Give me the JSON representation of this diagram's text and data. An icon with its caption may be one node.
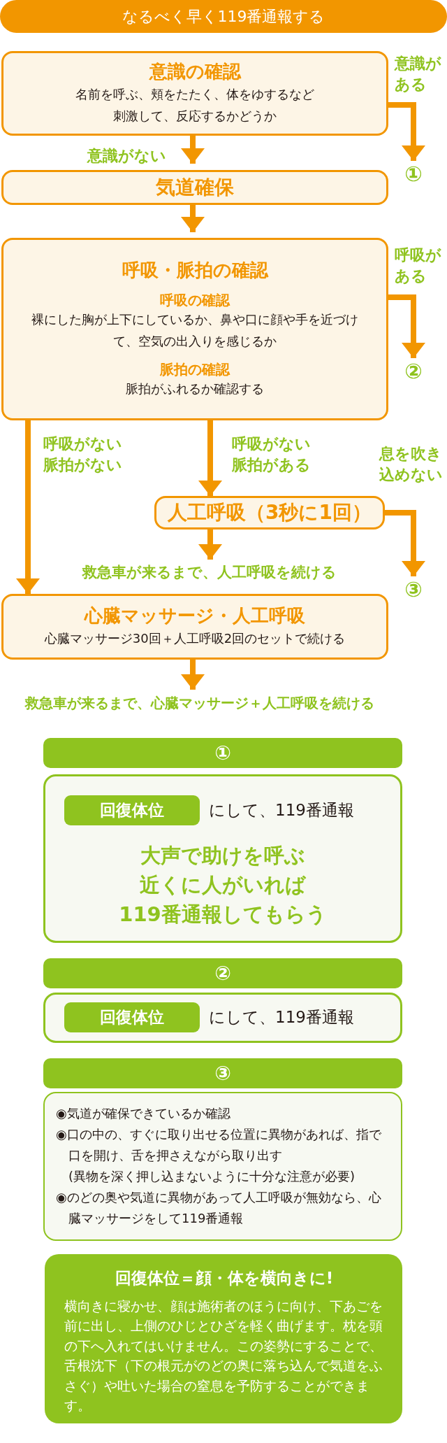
{
  "diagram": {
    "title": "なるべく早く119番通報する",
    "nodes": [
      {
        "text": [
          "意識の確認",
          "名前を呼ぶ、頬をたたく、体をゆするなど刺激して、反応するかどうか"
        ]
      },
      {
        "text": [
          "気道確保"
        ]
      },
      {
        "text": [
          "呼吸・脈拍の確認",
          "呼吸の確認",
          "裸にした胸が上下にしているか、鼻や口に顔や手を近づけて、空気の出入りを感じるか",
          "脈拍の確認",
          "脈拍がふれるか確認する"
        ]
      },
      {
        "text": [
          "①"
        ]
      },
      {
        "text": [
          "②"
        ]
      },
      {
        "text": [
          "人工呼吸（3秒に1回）"
        ]
      },
      {
        "text": [
          "③"
        ]
      },
      {
        "text": [
          "心臓マッサージ・人工呼吸",
          "心臓マッサージ30回＋人工呼吸2回のセットで続ける"
        ]
      },
      {
        "text": [
          "①"
        ]
      },
      {
        "text": [
          "にして、119番通報",
          "大声で助けを呼ぶ",
          "近くに人がいれば",
          "119番通報してもらう"
        ]
      },
      {
        "text": [
          "回復体位"
        ],
        "in": 9
      },
      {
        "text": [
          "②"
        ]
      },
      {
        "text": [
          "にして、119番通報"
        ]
      },
      {
        "text": [
          "回復体位"
        ],
        "in": 12
      },
      {
        "text": [
          "③"
        ]
      },
      {
        "text": [
          "◉気道が確保できているか確認",
          "◉口の中の、すぐに取り出せる位置に異物があれば、指で口を開け、舌を押さえながら取り出す",
          "(異物を深く押し込まないように十分な注意が必要)",
          "◉のどの奥や気道に異物があって人工呼吸が無効なら、心臓マッサージをして119番通報"
        ]
      },
      {
        "text": [
          "救急車が来るまで、心臓マッサージ＋人工呼吸を続ける"
        ]
      },
      {
        "text": [
          "回復体位＝顔・体を横向きに!",
          "横向きに寝かせ、顔は施術者のほうに向け、下あごを前に出し、上側のひじとひざを軽く曲げます。枕を頭の下へ入れてはいけません。この姿勢にすることで、舌根沈下（下の根元がのどの奥に落ち込んで気道をふさぐ）や吐いた場合の窒息を予防することができます。"
        ]
      }
    ],
    "edges": [
      {
        "from": 0,
        "to": 1,
        "arrow": "to",
        "label": "意識がない"
      },
      {
        "from": 0,
        "to": 3,
        "arrow": "to",
        "label": "意識がある"
      },
      {
        "from": 1,
        "to": 2,
        "arrow": "to"
      },
      {
        "from": 2,
        "to": 4,
        "arrow": "to",
        "label": "呼吸がある"
      },
      {
        "from": 2,
        "to": 7,
        "arrow": "to",
        "label": "呼吸がない脈拍がない"
      },
      {
        "from": 2,
        "to": 5,
        "arrow": "to",
        "label": "呼吸がない脈拍がある"
      },
      {
        "from": 5,
        "to": 6,
        "arrow": "to",
        "label": "息を吹き込めない"
      },
      {
        "from": 5,
        "to": 7,
        "arrow": "to",
        "label": "救急車が来るまで、人工呼吸を続ける"
      },
      {
        "from": 7,
        "to": 16,
        "arrow": "to"
      }
    ]
  }
}
